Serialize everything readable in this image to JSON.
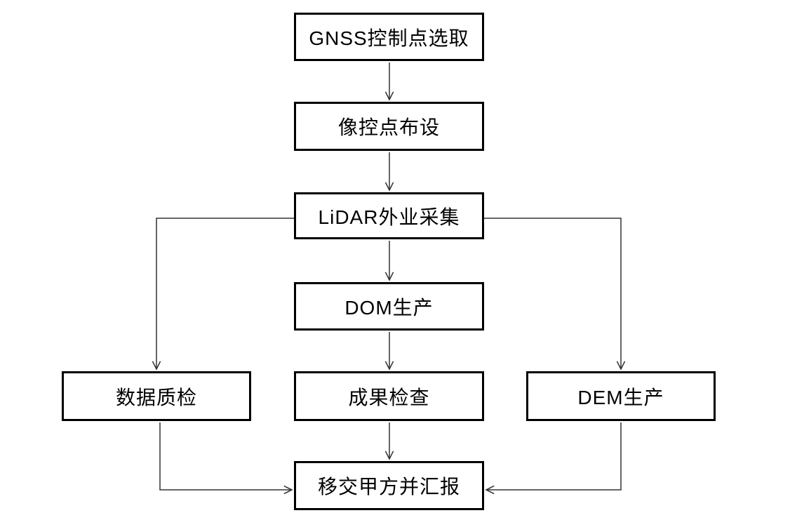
{
  "diagram": {
    "type": "flowchart",
    "background_color": "#ffffff",
    "box_border_color": "#000000",
    "line_color": "#333333",
    "text_color": "#000000",
    "nodes": [
      {
        "id": "gnss",
        "label": "GNSS控制点选取"
      },
      {
        "id": "xiangkong",
        "label": "像控点布设"
      },
      {
        "id": "lidar",
        "label": "LiDAR外业采集"
      },
      {
        "id": "dom",
        "label": "DOM生产"
      },
      {
        "id": "shuju",
        "label": "数据质检"
      },
      {
        "id": "chengguo",
        "label": "成果检查"
      },
      {
        "id": "dem",
        "label": "DEM生产"
      },
      {
        "id": "yijiao",
        "label": "移交甲方并汇报"
      }
    ],
    "edges": [
      {
        "from": "GNSS控制点选取",
        "to": "像控点布设"
      },
      {
        "from": "像控点布设",
        "to": "LiDAR外业采集"
      },
      {
        "from": "LiDAR外业采集",
        "to": "DOM生产"
      },
      {
        "from": "LiDAR外业采集",
        "to": "数据质检"
      },
      {
        "from": "LiDAR外业采集",
        "to": "DEM生产"
      },
      {
        "from": "DOM生产",
        "to": "成果检查"
      },
      {
        "from": "成果检查",
        "to": "移交甲方并汇报"
      },
      {
        "from": "数据质检",
        "to": "移交甲方并汇报"
      },
      {
        "from": "DEM生产",
        "to": "移交甲方并汇报"
      }
    ]
  }
}
